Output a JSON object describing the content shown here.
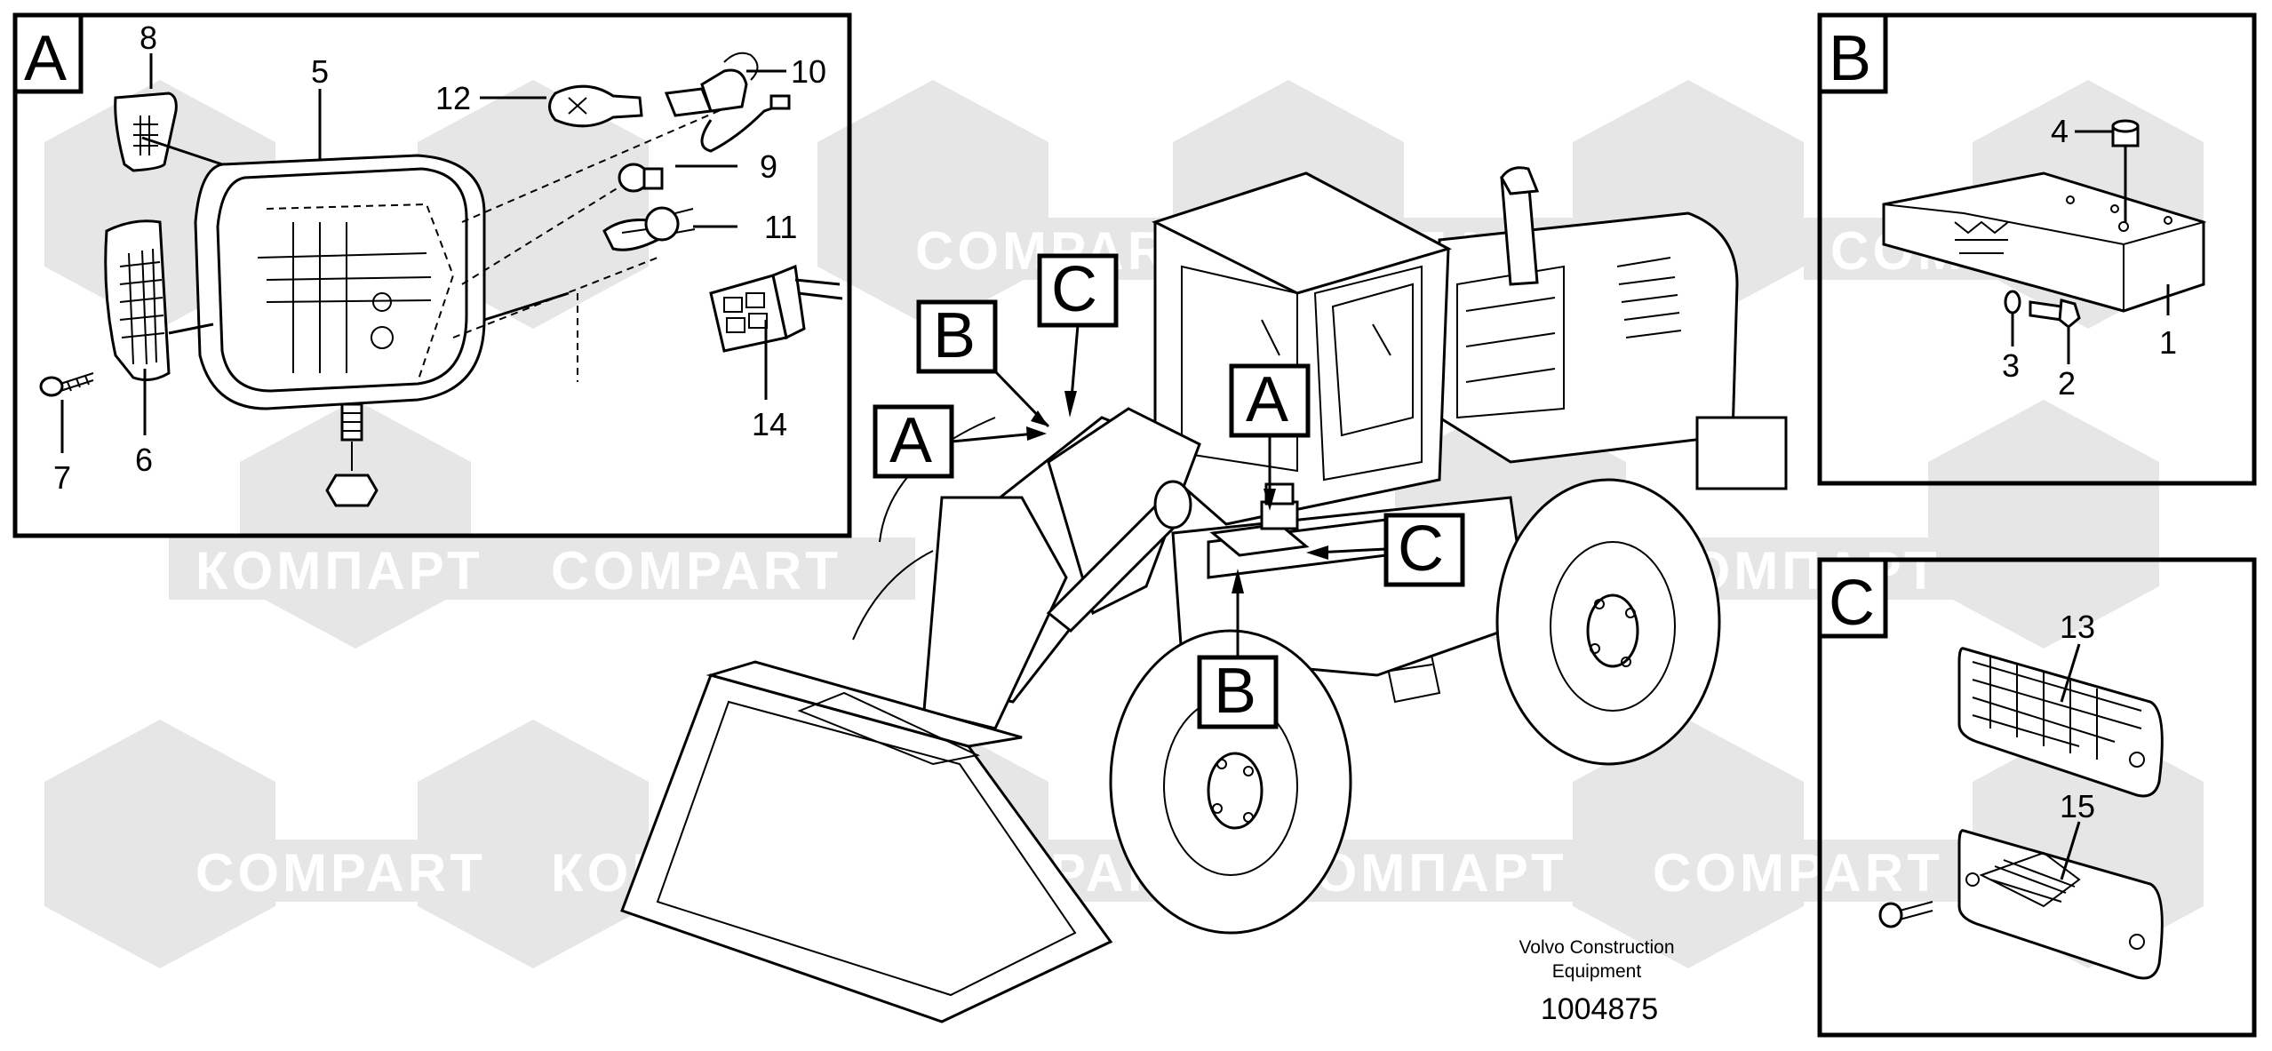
{
  "diagram": {
    "watermark": {
      "latin": "COMPART",
      "cyrillic": "КОМПАРТ"
    },
    "panels": {
      "A": {
        "letter": "A",
        "callouts": [
          "8",
          "5",
          "12",
          "10",
          "9",
          "11",
          "14",
          "7",
          "6"
        ]
      },
      "B": {
        "letter": "B",
        "callouts": [
          "4",
          "3",
          "2",
          "1"
        ]
      },
      "C": {
        "letter": "C",
        "callouts": [
          "13",
          "15"
        ]
      }
    },
    "machine_labels": [
      "C",
      "B",
      "A",
      "A",
      "C",
      "B"
    ],
    "footer": {
      "manufacturer_line1": "Volvo Construction",
      "manufacturer_line2": "Equipment",
      "drawing_number": "1004875"
    }
  }
}
